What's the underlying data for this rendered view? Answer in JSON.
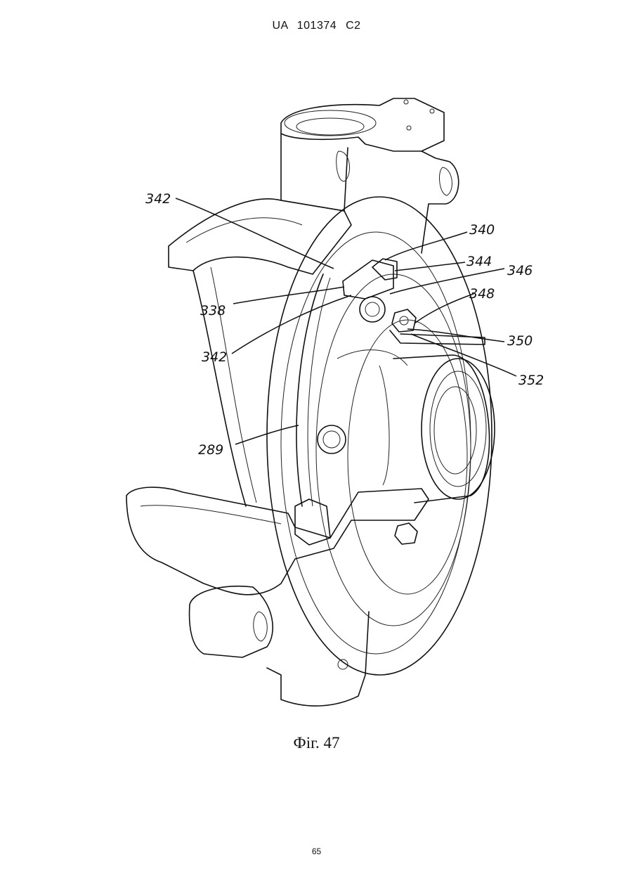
{
  "header": {
    "publication": "UA   101374   C2"
  },
  "figure": {
    "caption": "Фіг. 47",
    "reference_labels": [
      "342",
      "340",
      "344",
      "346",
      "348",
      "338",
      "342",
      "350",
      "352",
      "289"
    ]
  },
  "footer": {
    "page_number": "65"
  }
}
